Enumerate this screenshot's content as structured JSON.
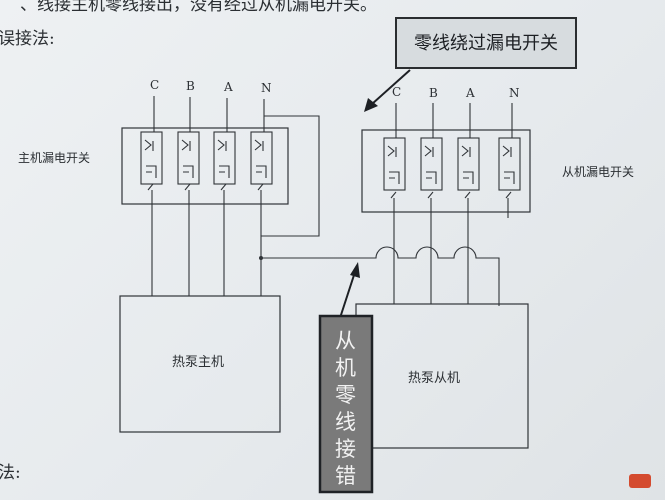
{
  "header": {
    "top_line": "、线接主机零线接出，没有经过从机漏电开关。",
    "wrong_method_label": "误接法:",
    "bottom_label": "法:"
  },
  "diagram": {
    "callout_bypass": "零线绕过漏电开关",
    "callout_wrong_chars": [
      "从",
      "机",
      "零",
      "线",
      "接",
      "错"
    ],
    "main": {
      "breaker_label": "主机漏电开关",
      "unit_label": "热泵主机",
      "phases": [
        "C",
        "B",
        "A",
        "N"
      ]
    },
    "slave": {
      "breaker_label": "从机漏电开关",
      "unit_label": "热泵从机",
      "phases": [
        "C",
        "B",
        "A",
        "N"
      ]
    }
  },
  "colors": {
    "callout_fill": "#7a7a7a",
    "callout_box_fill": "#d7dcdf",
    "line": "#303438",
    "logo": "#d44b2f"
  }
}
